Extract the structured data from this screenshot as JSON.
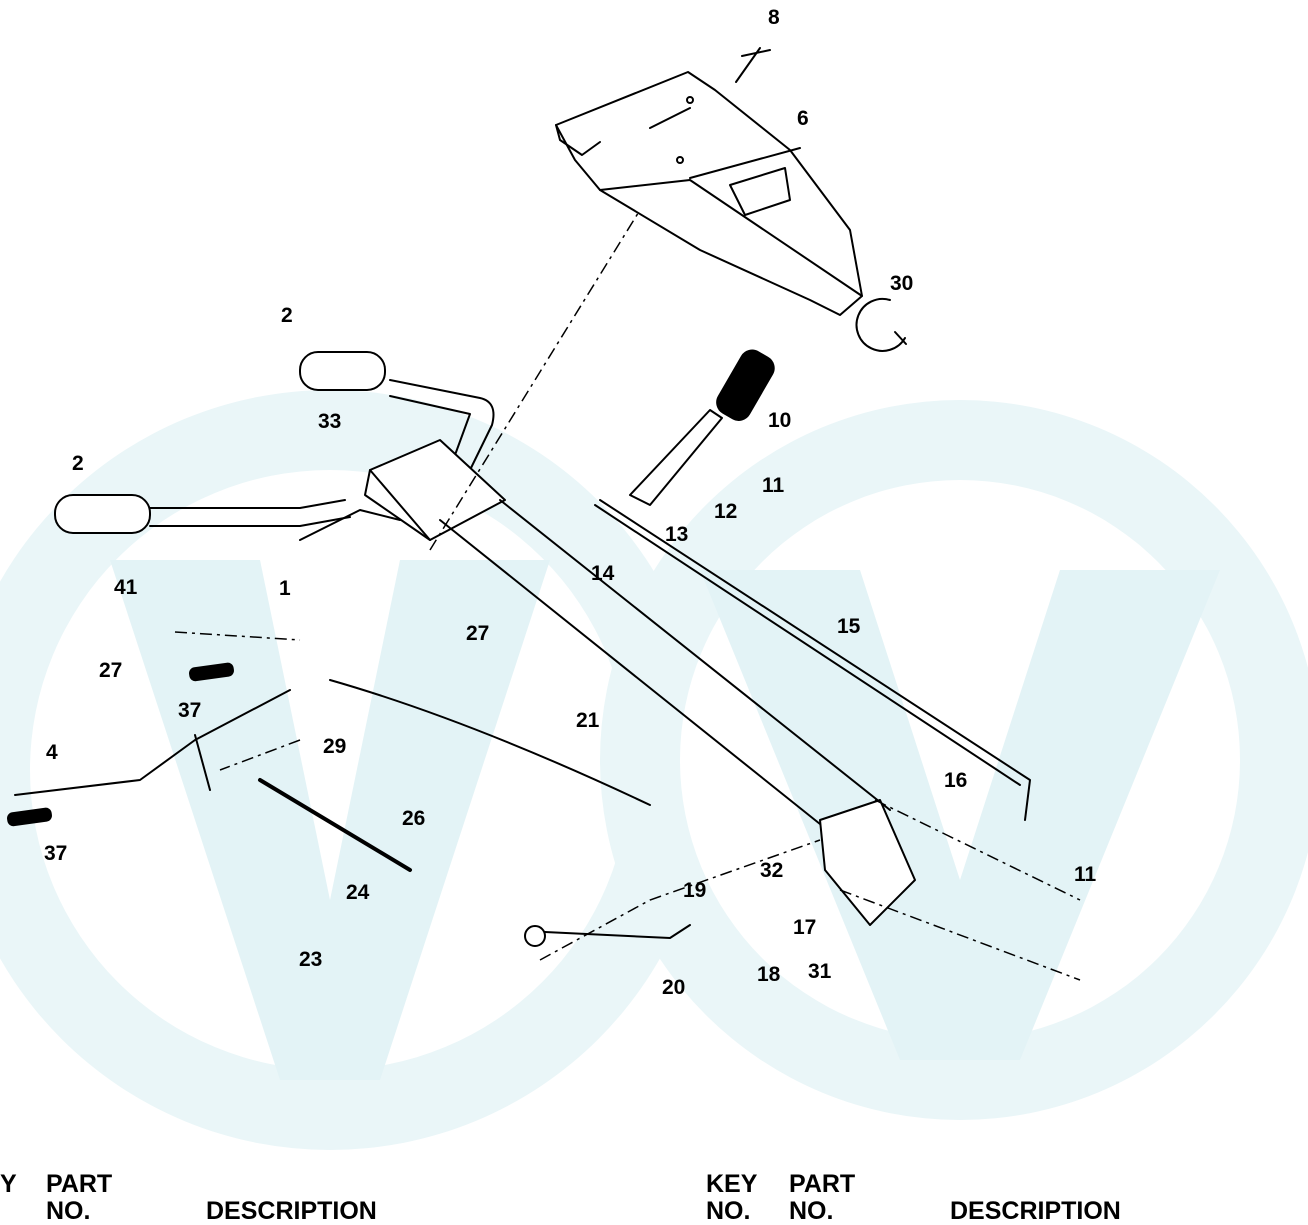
{
  "watermark_color": "#e3f3f6",
  "callouts": {
    "c8": "8",
    "c6": "6",
    "c30": "30",
    "c2a": "2",
    "c10": "10",
    "c33": "33",
    "c11a": "11",
    "c12": "12",
    "c2b": "2",
    "c13": "13",
    "c14": "14",
    "c41": "41",
    "c1": "1",
    "c27a": "27",
    "c15": "15",
    "c27b": "27",
    "c37a": "37",
    "c21": "21",
    "c29": "29",
    "c4": "4",
    "c16": "16",
    "c26": "26",
    "c37b": "37",
    "c32": "32",
    "c11b": "11",
    "c24": "24",
    "c19": "19",
    "c17": "17",
    "c23": "23",
    "c18": "18",
    "c31": "31",
    "c20": "20"
  },
  "table_header": {
    "left": {
      "key": "Y",
      "part": "PART",
      "no": "NO.",
      "description": "DESCRIPTION"
    },
    "right": {
      "key": "KEY",
      "part": "PART",
      "key_no": "NO.",
      "part_no": "NO.",
      "description": "DESCRIPTION"
    }
  }
}
